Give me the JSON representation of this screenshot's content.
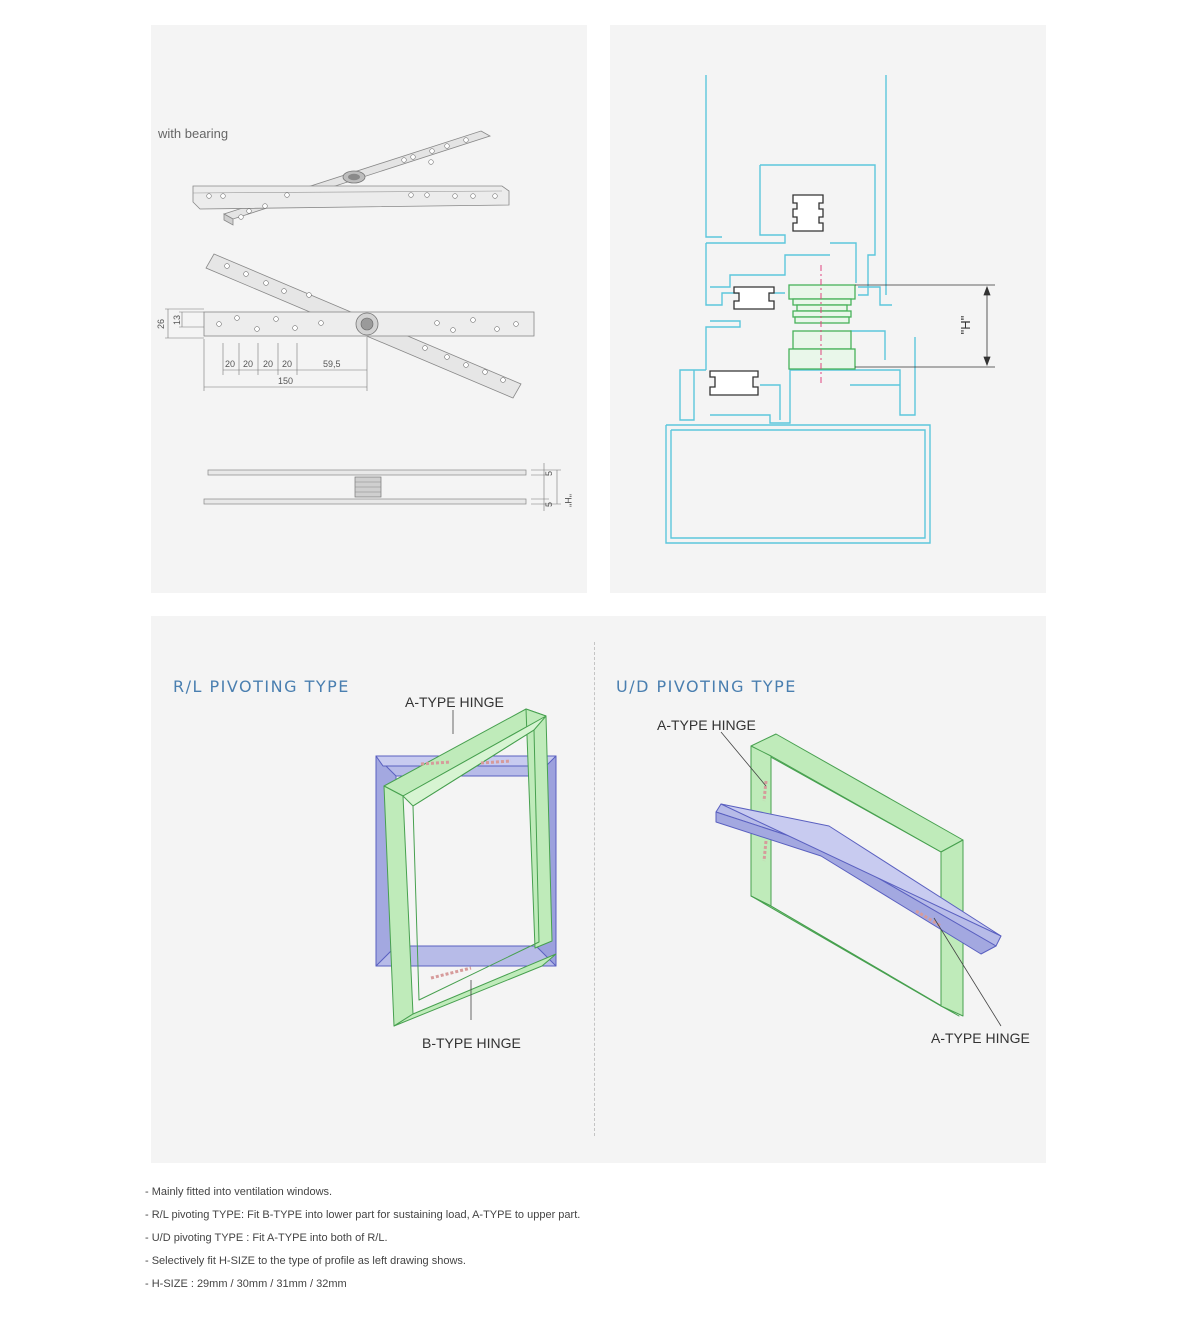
{
  "hinge_drawing": {
    "caption": "with bearing",
    "dims": {
      "height_26": "26",
      "height_13": "13",
      "spacing": [
        "20",
        "20",
        "20",
        "20"
      ],
      "last": "59,5",
      "total": "150",
      "side_5_top": "5",
      "side_5_bottom": "5",
      "side_h": "\"H\""
    }
  },
  "section_drawing": {
    "h_label": "\"H\""
  },
  "rl": {
    "title": "R/L PIVOTING TYPE",
    "top_label": "A-TYPE HINGE",
    "bottom_label": "B-TYPE HINGE"
  },
  "ud": {
    "title": "U/D PIVOTING TYPE",
    "top_label": "A-TYPE HINGE",
    "bottom_label": "A-TYPE HINGE"
  },
  "notes": [
    "- Mainly fitted into ventilation windows.",
    "- R/L pivoting TYPE: Fit B-TYPE into lower part for sustaining load, A-TYPE to upper part.",
    "- U/D pivoting TYPE : Fit A-TYPE into both of R/L.",
    "- Selectively fit H-SIZE to the type of profile as left drawing shows.",
    "- H-SIZE : 29mm / 30mm / 31mm / 32mm"
  ],
  "colors": {
    "panel_bg": "#f4f4f4",
    "profile_line": "#5cc7dc",
    "hinge_green": "#47b25a",
    "frame_green": "#a6e29f",
    "frame_blue": "#8d92d6",
    "heading_blue": "#4a7fb0",
    "axis_red": "#e0457f"
  }
}
